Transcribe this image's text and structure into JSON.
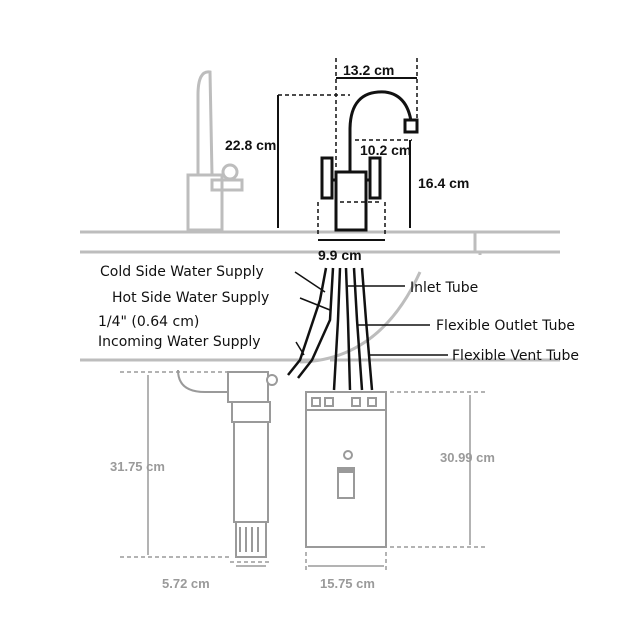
{
  "dimensions": {
    "spout_reach": "13.2 cm",
    "faucet_height": "22.8 cm",
    "spout_clearance": "10.2 cm",
    "spout_height": "16.4 cm",
    "base_width": "9.9 cm",
    "filter_height": "31.75 cm",
    "filter_width": "5.72 cm",
    "tank_width": "15.75 cm",
    "tank_height": "30.99 cm"
  },
  "labels": {
    "cold_supply": "Cold Side Water Supply",
    "hot_supply": "Hot Side Water Supply",
    "incoming_line1": "1/4\" (0.64 cm)",
    "incoming_line2": "Incoming Water Supply",
    "inlet_tube": "Inlet Tube",
    "outlet_tube": "Flexible Outlet Tube",
    "vent_tube": "Flexible Vent Tube"
  },
  "colors": {
    "line": "#111111",
    "gray": "#9a9a9a",
    "counter": "#bdbdbd"
  }
}
